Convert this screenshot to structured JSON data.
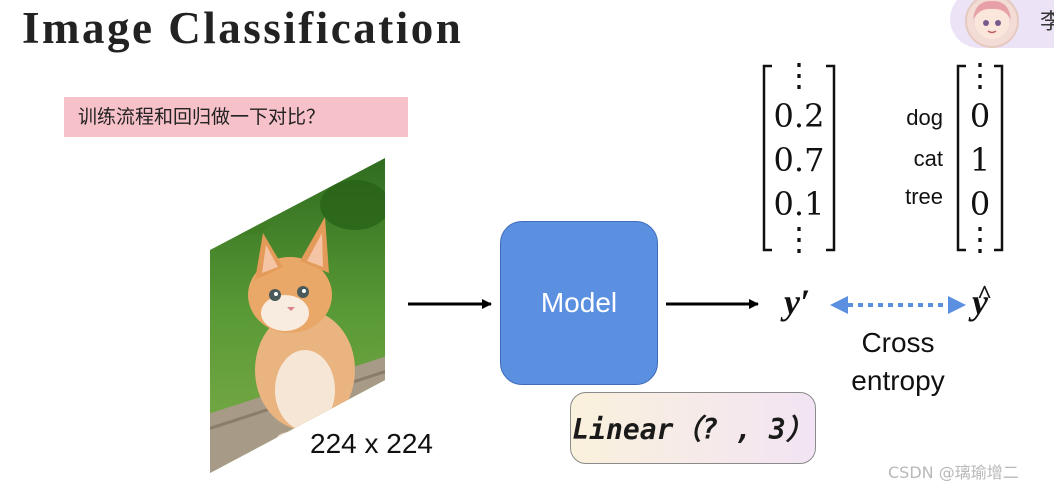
{
  "title": "Image Classification",
  "question": "训练流程和回归做一下对比？",
  "avatar": {
    "name_fragment": "李"
  },
  "image": {
    "subject": "kitten-photo",
    "size_label": "224 x 224"
  },
  "model": {
    "label": "Model"
  },
  "linear_note": "Linear（? , 3）",
  "prediction": {
    "symbol": "y′",
    "values": [
      "0.2",
      "0.7",
      "0.1"
    ],
    "ellipsis": "⋮"
  },
  "target": {
    "symbol": "y",
    "caret": "^",
    "labels": [
      "dog",
      "cat",
      "tree"
    ],
    "values": [
      "0",
      "1",
      "0"
    ],
    "ellipsis": "⋮"
  },
  "loss": {
    "label_line1": "Cross",
    "label_line2": "entropy"
  },
  "colors": {
    "model_fill": "#5b8fe0",
    "question_bg": "#f6c1c8",
    "dotted_arrow": "#5b8fe0"
  },
  "watermark": "CSDN @璃瑜增二"
}
